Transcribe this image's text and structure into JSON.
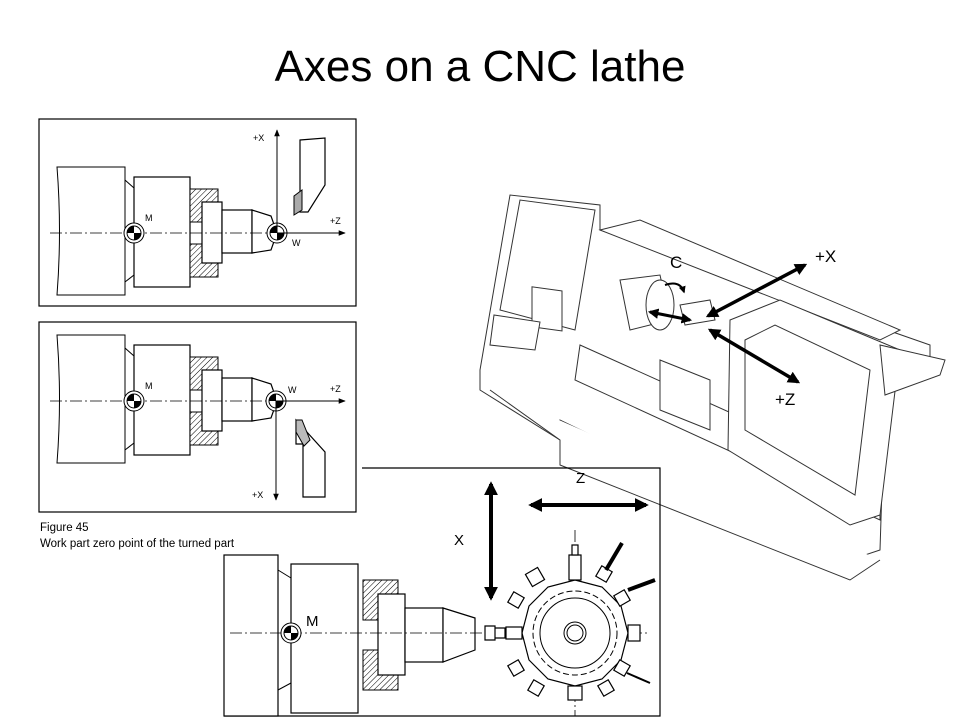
{
  "slide": {
    "title": "Axes on a CNC lathe"
  },
  "figure_top": {
    "panel1": {
      "x_axis": "+X",
      "z_axis": "+Z",
      "machine_zero": "M",
      "work_zero": "W"
    },
    "panel2": {
      "x_axis": "+X",
      "z_axis": "+Z",
      "machine_zero": "M",
      "work_zero": "W"
    },
    "caption_number": "Figure 45",
    "caption_text": "Work part zero point of the turned part"
  },
  "lathe_illustration": {
    "c_axis": "C",
    "x_axis": "+X",
    "z_axis": "+Z"
  },
  "turret_diagram": {
    "x_axis": "X",
    "z_axis": "Z",
    "machine_zero": "M"
  }
}
